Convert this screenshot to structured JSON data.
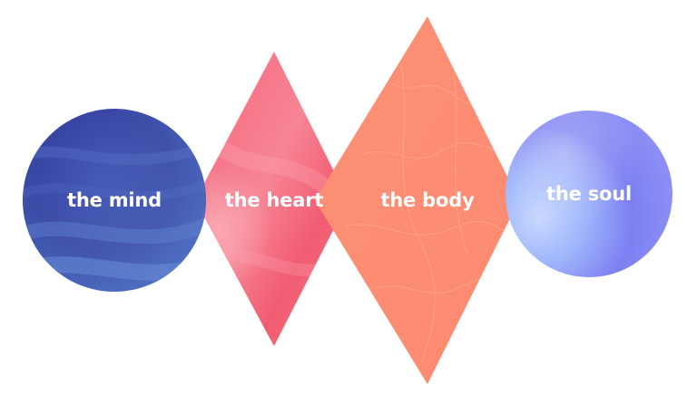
{
  "shapes": [
    {
      "label": "the mind",
      "shape": "circle",
      "color": "#3b48a6"
    },
    {
      "label": "the heart",
      "shape": "diamond",
      "color": "#f26378"
    },
    {
      "label": "the body",
      "shape": "diamond",
      "color": "#fb8f72"
    },
    {
      "label": "the soul",
      "shape": "circle",
      "color": "#8b8ff5"
    }
  ]
}
